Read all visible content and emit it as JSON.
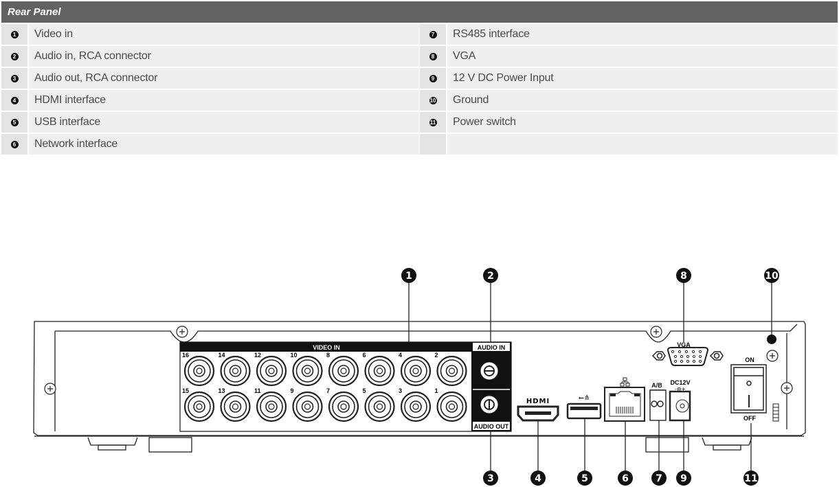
{
  "table": {
    "title": "Rear Panel",
    "left_items": [
      {
        "num": "1",
        "label": "Video in"
      },
      {
        "num": "2",
        "label": "Audio in, RCA connector"
      },
      {
        "num": "3",
        "label": "Audio out, RCA connector"
      },
      {
        "num": "4",
        "label": "HDMI interface"
      },
      {
        "num": "5",
        "label": "USB interface"
      },
      {
        "num": "6",
        "label": "Network interface"
      }
    ],
    "right_items": [
      {
        "num": "7",
        "label": "RS485 interface"
      },
      {
        "num": "8",
        "label": "VGA"
      },
      {
        "num": "9",
        "label": "12 V DC Power Input"
      },
      {
        "num": "10",
        "label": "Ground"
      },
      {
        "num": "11",
        "label": "Power switch"
      },
      {
        "num": "",
        "label": ""
      }
    ]
  },
  "diagram": {
    "video_in_label": "VIDEO IN",
    "audio_in_label": "AUDIO IN",
    "audio_out_label": "AUDIO OUT",
    "hdmi_label": "HDMI",
    "vga_label": "VGA",
    "rs485_label": "A/B",
    "dc_label": "DC12V",
    "switch_on": "ON",
    "switch_off": "OFF",
    "bnc_top": [
      "16",
      "14",
      "12",
      "10",
      "8",
      "6",
      "4",
      "2"
    ],
    "bnc_bottom": [
      "15",
      "13",
      "11",
      "9",
      "7",
      "5",
      "3",
      "1"
    ],
    "callouts": {
      "c1": "1",
      "c2": "2",
      "c3": "3",
      "c4": "4",
      "c5": "5",
      "c6": "6",
      "c7": "7",
      "c8": "8",
      "c9": "9",
      "c10": "10",
      "c11": "11"
    }
  }
}
